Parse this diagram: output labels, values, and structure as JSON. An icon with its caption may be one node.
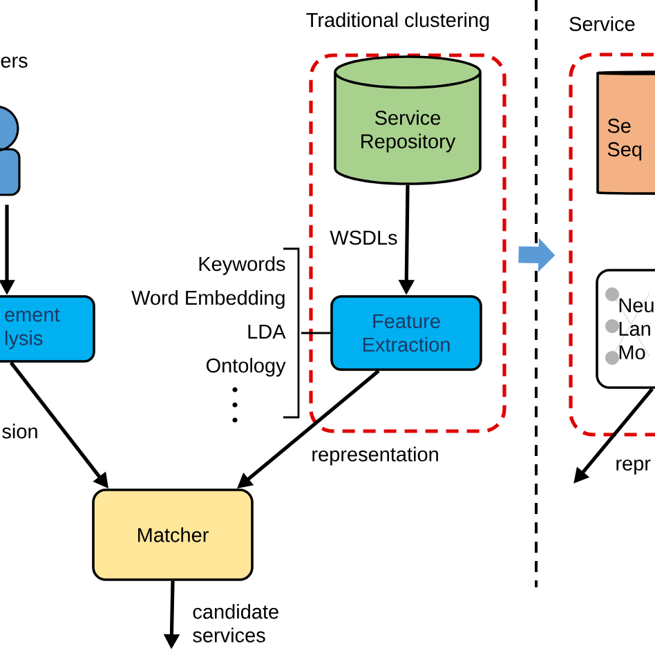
{
  "diagram": {
    "nodes": [
      {
        "text": [
          "ers"
        ]
      },
      {
        "text": [
          "ement lysis"
        ]
      },
      {
        "text": [
          "Traditional clustering"
        ]
      },
      {
        "text": [
          "Service Repository"
        ],
        "in": 2
      },
      {
        "text": [
          "Feature Extraction"
        ],
        "in": 2
      },
      {
        "text": [
          "Keywords",
          "Word Embedding",
          "LDA",
          "Ontology"
        ]
      },
      {
        "text": [
          "Matcher"
        ]
      },
      {
        "text": [
          "Service"
        ]
      },
      {
        "text": [
          "Se Seq"
        ],
        "in": 7
      },
      {
        "text": [
          "Neu Lan Mo"
        ],
        "in": 7
      }
    ],
    "edges": [
      {
        "from": 0,
        "to": 1,
        "arrow": "to"
      },
      {
        "from": 1,
        "to": 6,
        "arrow": "to",
        "label": "sion"
      },
      {
        "from": 3,
        "to": 4,
        "arrow": "to",
        "label": "WSDLs"
      },
      {
        "from": 4,
        "to": 6,
        "arrow": "to",
        "label": "representation"
      },
      {
        "from": 6,
        "to": null,
        "arrow": "to",
        "label": "candidate services"
      },
      {
        "from": 5,
        "to": 4,
        "arrow": "none"
      },
      {
        "from": 2,
        "to": 7,
        "arrow": "to",
        "style": "thick",
        "color": "#5b9bd5"
      },
      {
        "from": 9,
        "to": null,
        "arrow": "to",
        "label": "repr"
      }
    ]
  }
}
